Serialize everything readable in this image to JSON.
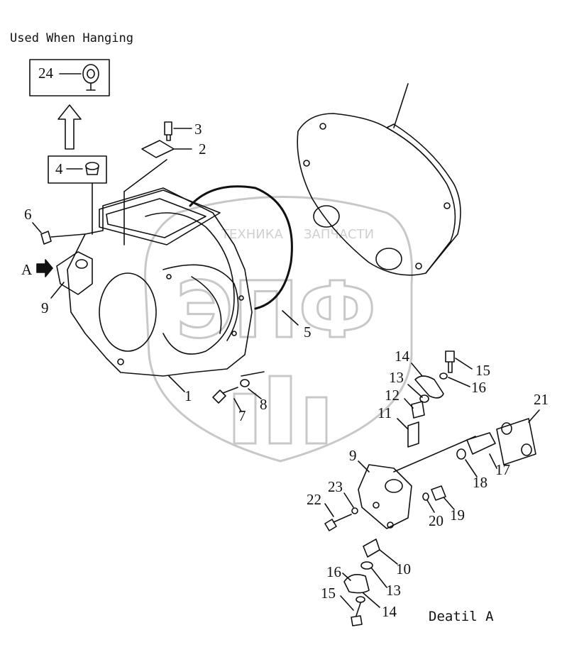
{
  "header": {
    "title": "Used When Hanging"
  },
  "detail": {
    "label": "Deatil A"
  },
  "view_marker": {
    "letter": "A"
  },
  "watermark": {
    "big_letters": "ЭПФ",
    "small_text_left": "ТЕХНИКА",
    "small_text_right": "ЗАПЧАСТИ"
  },
  "colors": {
    "line": "#111111",
    "watermark": "#c8c8c8"
  },
  "icons": [
    "eye-bolt-icon",
    "bushing-icon",
    "up-arrow-icon",
    "direction-arrow-icon"
  ],
  "callouts": {
    "c24": "24",
    "c4": "4",
    "c3": "3",
    "c2": "2",
    "c6": "6",
    "c9": "9",
    "c1": "1",
    "c5": "5",
    "c7": "7",
    "c8": "8",
    "d14": "14",
    "d13": "13",
    "d12": "12",
    "d11": "11",
    "d15": "15",
    "d16": "16",
    "d21": "21",
    "d9": "9",
    "d17": "17",
    "d18": "18",
    "d23": "23",
    "d22": "22",
    "d20": "20",
    "d19": "19",
    "d10": "10",
    "d16b": "16",
    "d13b": "13",
    "d15b": "15",
    "d14b": "14"
  }
}
